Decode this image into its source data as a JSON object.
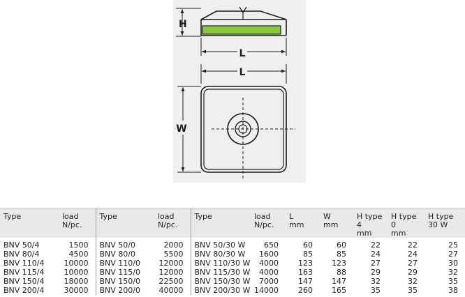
{
  "drawing": {
    "dim_height": "H",
    "dim_length_side": "L",
    "dim_length_top": "L",
    "dim_width": "W",
    "colors": {
      "panel": "#efefef",
      "line": "#1c1c1c",
      "magnet": "#8dc63f"
    }
  },
  "table": {
    "headers": {
      "type": "Type",
      "load": "load\nN/pc.",
      "length": "L\nmm",
      "width": "W\nmm",
      "h4": "H type 4\nmm",
      "h0": "H type 0\nmm",
      "h30": "H type\n30 W"
    },
    "rows": [
      {
        "t4": "BNV   50/4",
        "l4": "1500",
        "t0": "BNV    50/0",
        "l0": "2000",
        "t30": "BNV    50/30 W",
        "l30": "650",
        "L": "60",
        "W": "60",
        "h4": "22",
        "h0": "22",
        "h30": "25"
      },
      {
        "t4": "BNV   80/4",
        "l4": "4500",
        "t0": "BNV    80/0",
        "l0": "5500",
        "t30": "BNV    80/30 W",
        "l30": "1600",
        "L": "85",
        "W": "85",
        "h4": "24",
        "h0": "24",
        "h30": "27"
      },
      {
        "t4": "BNV 110/4",
        "l4": "10000",
        "t0": "BNV  110/0",
        "l0": "12000",
        "t30": "BNV  110/30 W",
        "l30": "4000",
        "L": "123",
        "W": "123",
        "h4": "27",
        "h0": "27",
        "h30": "30"
      },
      {
        "t4": "BNV 115/4",
        "l4": "10000",
        "t0": "BNV  115/0",
        "l0": "12000",
        "t30": "BNV  115/30 W",
        "l30": "4000",
        "L": "163",
        "W": "88",
        "h4": "29",
        "h0": "29",
        "h30": "32"
      },
      {
        "t4": "BNV 150/4",
        "l4": "18000",
        "t0": "BNV  150/0",
        "l0": "22500",
        "t30": "BNV  150/30 W",
        "l30": "7000",
        "L": "147",
        "W": "147",
        "h4": "32",
        "h0": "32",
        "h30": "35"
      },
      {
        "t4": "BNV 200/4",
        "l4": "30000",
        "t0": "BNV  200/0",
        "l0": "40000",
        "t30": "BNV  200/30 W",
        "l30": "14000",
        "L": "260",
        "W": "165",
        "h4": "35",
        "h0": "35",
        "h30": "38"
      }
    ]
  }
}
